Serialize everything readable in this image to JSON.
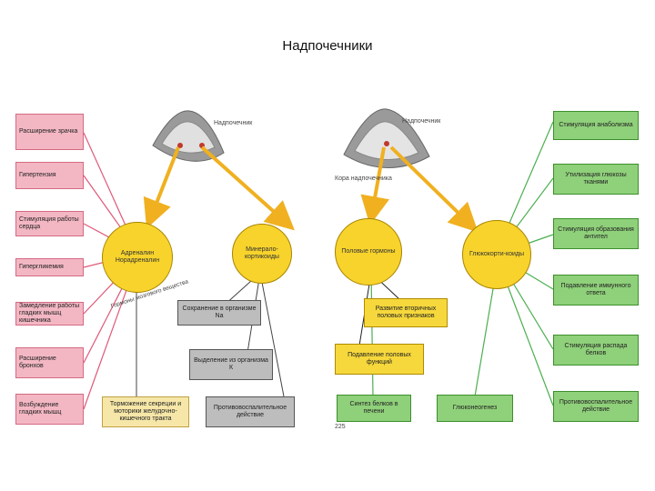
{
  "title": "Надпочечники",
  "left": {
    "gland_label": "Надпочечник",
    "circles": [
      "Адреналин Норадреналин",
      "Минерало-кортикоиды"
    ],
    "pink_boxes": [
      "Расширение зрачка",
      "Гипертензия",
      "Стимуляция работы сердца",
      "Гипергликемия",
      "Замедление работы гладких мышц кишечника",
      "Расширение бронхов",
      "Возбуждение гладких мышц"
    ],
    "grey_boxes": [
      "Сохранение в организме Na",
      "Выделение из организма К",
      "Противовоспалительное действие"
    ],
    "pale_box": "Торможение секреции и моторики желудочно-кишечного тракта",
    "arc_label": "Гормоны мозгового вещества"
  },
  "right": {
    "gland_label": "Надпочечник",
    "cortex_label": "Кора надпочечника",
    "circles": [
      "Половые гормоны",
      "Глюкокорти-коиды"
    ],
    "yellow_boxes": [
      "Развитие вторичных половых признаков",
      "Подавление половых функций"
    ],
    "green_left_boxes": [
      "Синтез белков в печени",
      "Глюконеогенез"
    ],
    "green_right_boxes": [
      "Стимуляция анаболизма",
      "Утилизация глюкозы тканями",
      "Стимуляция образования антител",
      "Подавление иммунного ответа",
      "Стимуляция распада белков",
      "Противовоспалительное действие"
    ],
    "page_number": "225"
  },
  "colors": {
    "pink": "#f3b7c3",
    "yellow": "#f6d83c",
    "green": "#8fd07a",
    "grey": "#bdbdbd",
    "arrow": "#f0b020"
  }
}
